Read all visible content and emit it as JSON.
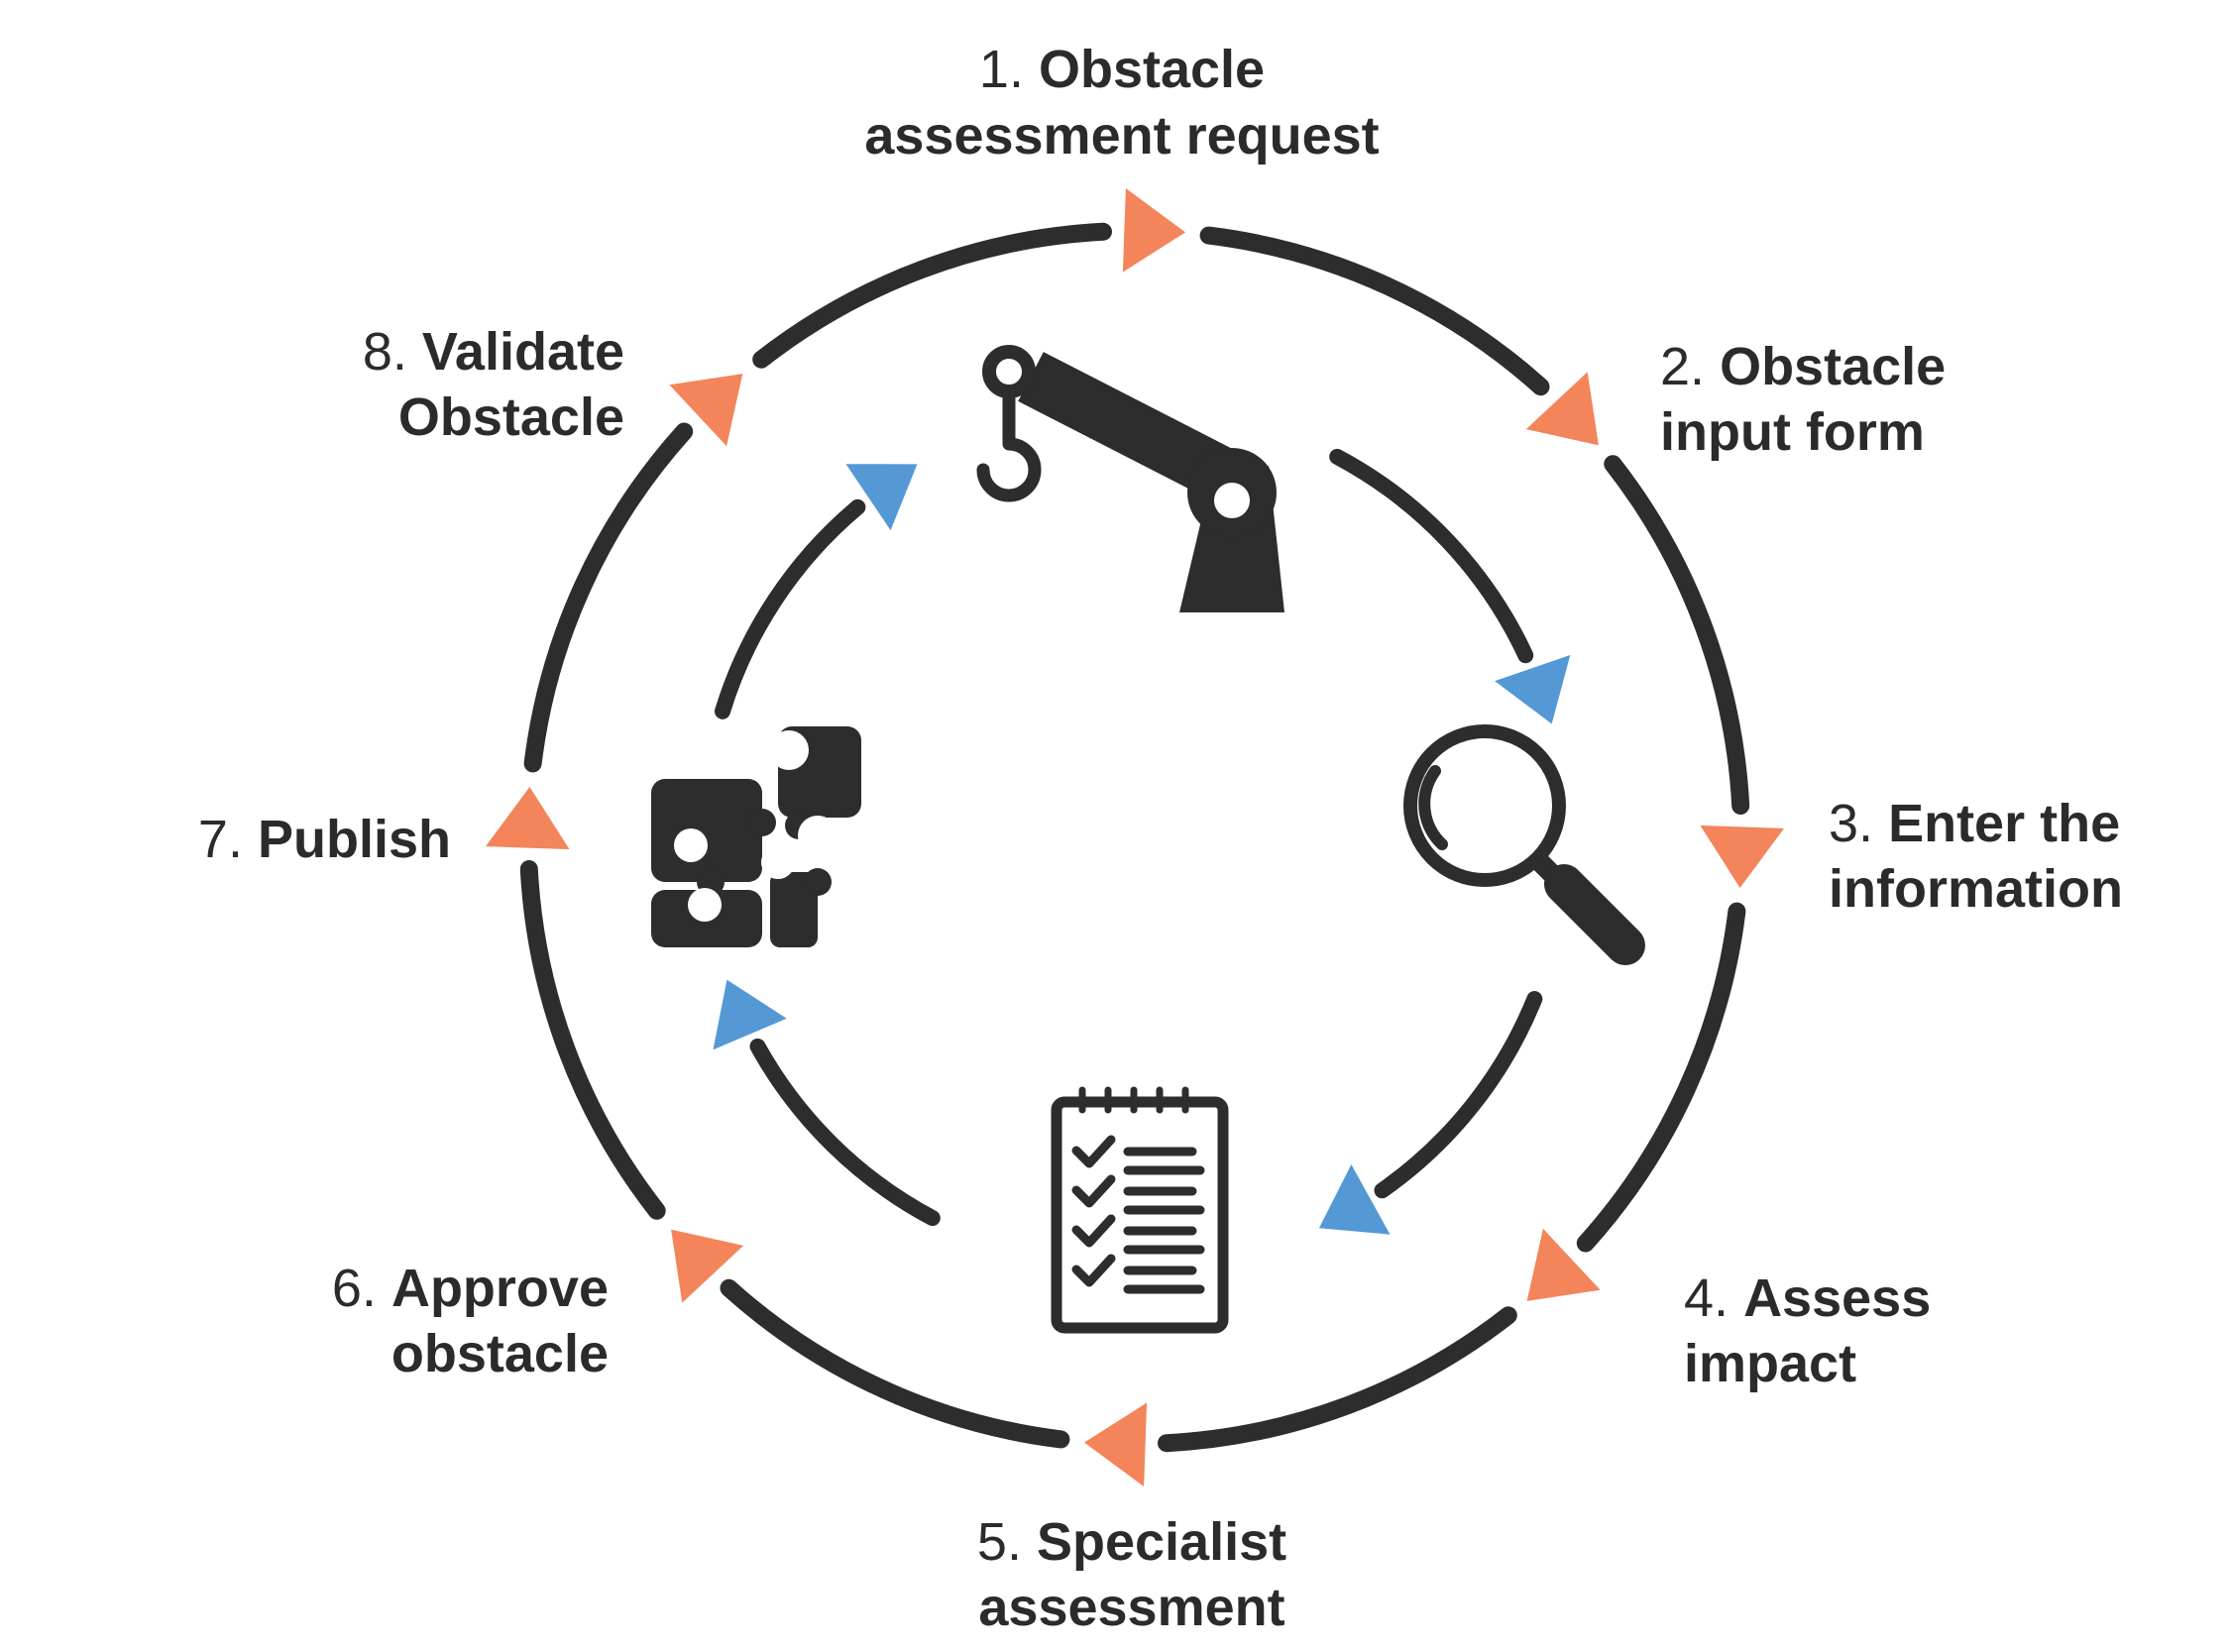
{
  "colors": {
    "ring": "#2d2d2d",
    "outer_arrow": "#f4845a",
    "inner_arrow": "#5499d6",
    "icon": "#2d2d2d",
    "text": "#2b2b2b",
    "background": "#ffffff"
  },
  "steps": [
    {
      "number": "1.",
      "line1": "Obstacle",
      "line2": "assessment request"
    },
    {
      "number": "2.",
      "line1": "Obstacle",
      "line2": "input form"
    },
    {
      "number": "3.",
      "line1": "Enter the",
      "line2": "information"
    },
    {
      "number": "4.",
      "line1": "Assess",
      "line2": "impact"
    },
    {
      "number": "5.",
      "line1": "Specialist",
      "line2": "assessment"
    },
    {
      "number": "6.",
      "line1": "Approve",
      "line2": "obstacle"
    },
    {
      "number": "7.",
      "line1": "Publish",
      "line2": ""
    },
    {
      "number": "8.",
      "line1": "Validate",
      "line2": "Obstacle"
    }
  ],
  "icons": [
    "crane-icon",
    "magnifier-icon",
    "checklist-icon",
    "puzzle-icon"
  ]
}
